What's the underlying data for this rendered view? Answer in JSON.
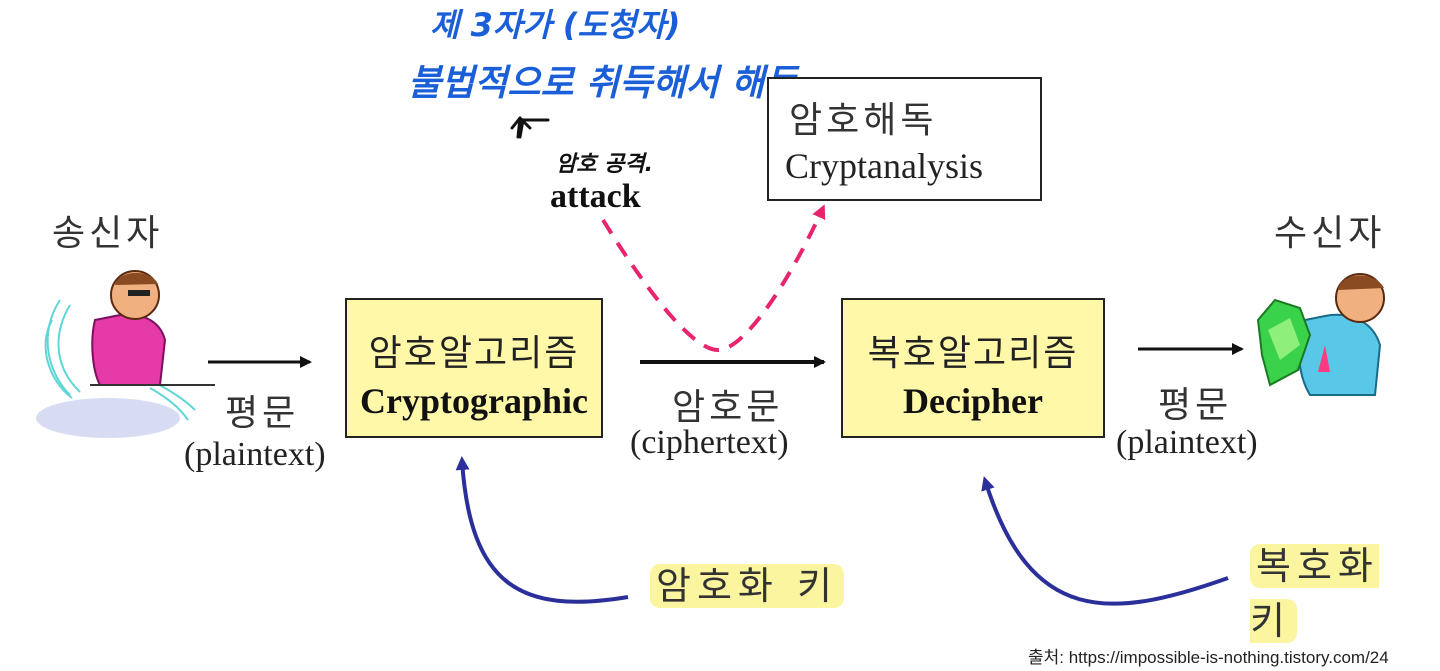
{
  "annotation": {
    "line1": "제 3자가 (도청자)",
    "line2": "불법적으로 취득해서 해독",
    "attack_ko": "암호 공격.",
    "attack_en": "attack"
  },
  "cryptanalysis": {
    "ko": "암호해독",
    "en": "Cryptanalysis"
  },
  "sender": {
    "label": "송신자"
  },
  "receiver": {
    "label": "수신자"
  },
  "encrypt_algo": {
    "ko": "암호알고리즘",
    "en": "Cryptographic"
  },
  "decrypt_algo": {
    "ko": "복호알고리즘",
    "en": "Decipher"
  },
  "plaintext_in": {
    "ko": "평문",
    "en": "(plaintext)"
  },
  "ciphertext": {
    "ko": "암호문",
    "en": "(ciphertext)"
  },
  "plaintext_out": {
    "ko": "평문",
    "en": "(plaintext)"
  },
  "encrypt_key": {
    "label": "암호화 키"
  },
  "decrypt_key": {
    "label": "복호화 키"
  },
  "source": {
    "text": "출처: https://impossible-is-nothing.tistory.com/24"
  },
  "colors": {
    "box_fill": "#fff8a8",
    "attack_dash": "#e8246e",
    "key_arrow": "#2b2f9a",
    "handwriting_blue": "#1a5fd8",
    "key_highlight": "#fbf5a0"
  }
}
